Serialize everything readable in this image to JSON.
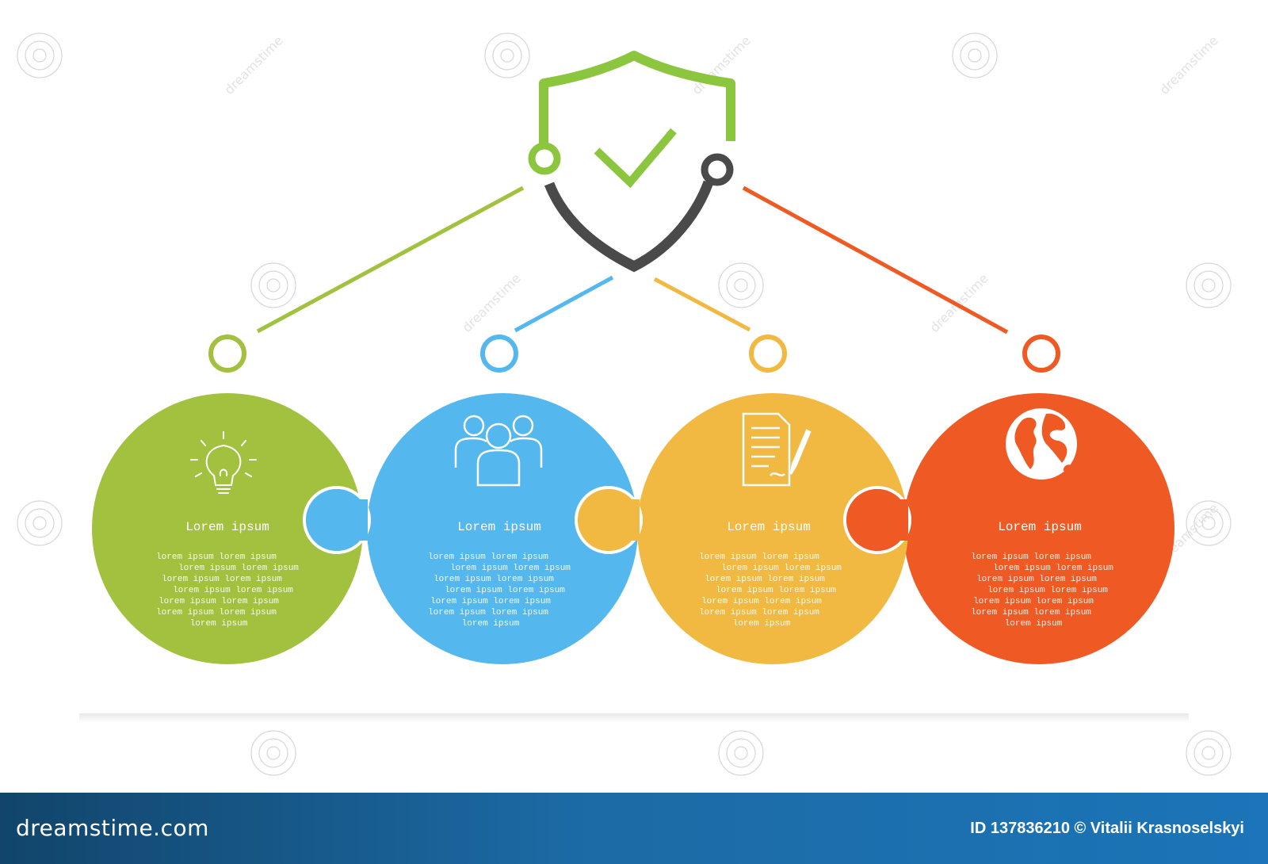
{
  "colors": {
    "green": "#a2c13f",
    "blue": "#54b8ef",
    "yellow": "#f1b941",
    "orange": "#ef5a24",
    "shield_dark": "#4a4a4a",
    "shield_green": "#8cc63f"
  },
  "root": {
    "icon": "shield-check-icon"
  },
  "steps": [
    {
      "title": "Lorem ipsum",
      "icon": "lightbulb-icon",
      "lines": [
        "lorem ipsum lorem ipsum",
        "lorem ipsum lorem ipsum",
        "lorem ipsum  lorem ipsum",
        "lorem ipsum  lorem ipsum",
        "lorem ipsum  lorem ipsum",
        "lorem ipsum lorem ipsum",
        "lorem ipsum"
      ]
    },
    {
      "title": "Lorem ipsum",
      "icon": "team-icon",
      "lines": [
        "lorem ipsum lorem ipsum",
        "lorem ipsum lorem ipsum",
        "lorem ipsum  lorem ipsum",
        "lorem ipsum  lorem ipsum",
        "lorem ipsum  lorem ipsum",
        "lorem ipsum lorem ipsum",
        "lorem ipsum"
      ]
    },
    {
      "title": "Lorem ipsum",
      "icon": "document-sign-icon",
      "lines": [
        "lorem ipsum lorem ipsum",
        "lorem ipsum lorem ipsum",
        "lorem ipsum  lorem ipsum",
        "lorem ipsum  lorem ipsum",
        "lorem ipsum  lorem ipsum",
        "lorem ipsum lorem ipsum",
        "lorem ipsum"
      ]
    },
    {
      "title": "Lorem ipsum",
      "icon": "globe-icon",
      "lines": [
        "lorem ipsum lorem ipsum",
        "lorem ipsum lorem ipsum",
        "lorem ipsum  lorem ipsum",
        "lorem ipsum  lorem ipsum",
        "lorem ipsum  lorem ipsum",
        "lorem ipsum lorem ipsum",
        "lorem ipsum"
      ]
    }
  ],
  "watermark": "dreamstime",
  "footer": {
    "brand": "dreamstime.com",
    "credit": "ID 137836210 © Vitalii Krasnoselskyi"
  }
}
